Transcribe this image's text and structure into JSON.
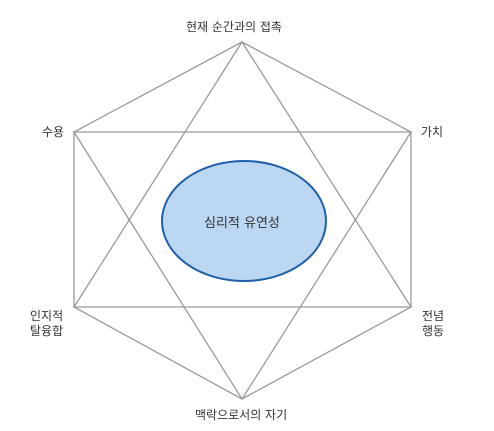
{
  "diagram": {
    "center": "심리적 유연성",
    "nodes": {
      "top": "현재 순간과의 접촉",
      "upper_left": "수용",
      "upper_right": "가치",
      "lower_left": [
        "인지적",
        "탈융합"
      ],
      "lower_right": [
        "전념",
        "행동"
      ],
      "bottom": "맥락으로서의 자기"
    },
    "colors": {
      "lines": "#9a9a9a",
      "ellipse_fill": "#bcd7f1",
      "ellipse_stroke": "#1f5fa8",
      "text": "#333333"
    }
  }
}
